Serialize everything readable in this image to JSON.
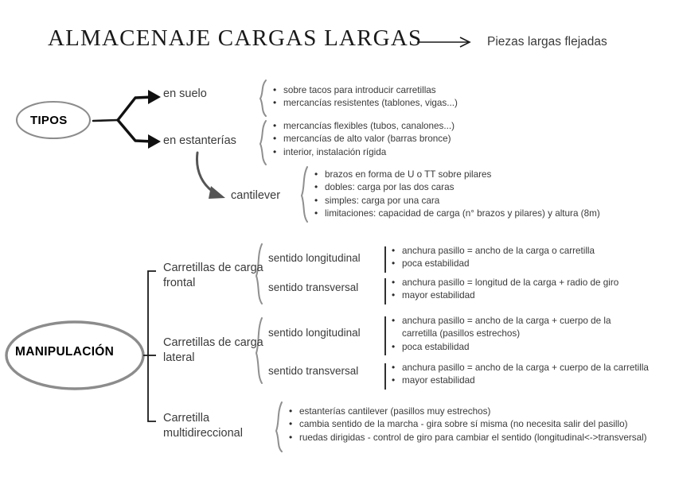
{
  "title": {
    "heading": "ALMACENAJE CARGAS LARGAS",
    "arrow_icon": "right-arrow-icon",
    "target": "Piezas largas flejadas"
  },
  "colors": {
    "text": "#3a3a3a",
    "heading": "#1a1a1a",
    "bubble_stroke": "#8c8c8c",
    "connector_dark": "#1a1a1a",
    "connector_gray": "#6f6f6f"
  },
  "tipos": {
    "label": "TIPOS",
    "branches": [
      {
        "label": "en suelo",
        "bullets": [
          "sobre tacos para introducir carretillas",
          "mercancías resistentes (tablones, vigas...)"
        ]
      },
      {
        "label": "en estanterías",
        "bullets": [
          "mercancías flexibles (tubos, canalones...)",
          "mercancías de alto valor (barras bronce)",
          "interior, instalación rígida"
        ]
      }
    ],
    "cantilever": {
      "label": "cantilever",
      "bullets": [
        "brazos en forma de U o TT sobre pilares",
        "dobles: carga por las dos caras",
        "simples: carga por una cara",
        "limitaciones: capacidad de carga (n° brazos y pilares) y altura (8m)"
      ]
    }
  },
  "manipulacion": {
    "label": "MANIPULACIÓN",
    "groups": [
      {
        "label": "Carretillas de carga frontal",
        "subgroups": [
          {
            "label": "sentido longitudinal",
            "bullets": [
              "anchura pasillo = ancho de la carga o carretilla",
              "poca estabilidad"
            ]
          },
          {
            "label": "sentido transversal",
            "bullets": [
              "anchura pasillo = longitud de la carga + radio de giro",
              "mayor estabilidad"
            ]
          }
        ]
      },
      {
        "label": "Carretillas de carga lateral",
        "subgroups": [
          {
            "label": "sentido longitudinal",
            "bullets": [
              "anchura pasillo = ancho de la carga + cuerpo de la carretilla (pasillos estrechos)",
              "poca estabilidad"
            ]
          },
          {
            "label": "sentido transversal",
            "bullets": [
              "anchura pasillo = ancho de la carga + cuerpo de la carretilla",
              "mayor estabilidad"
            ]
          }
        ]
      },
      {
        "label": "Carretilla multidireccional",
        "subgroups": [],
        "bullets": [
          "estanterías cantilever (pasillos muy estrechos)",
          "cambia sentido de la marcha - gira sobre sí misma (no necesita salir del pasillo)",
          "ruedas dirigidas - control de giro para cambiar el sentido (longitudinal<->transversal)"
        ]
      }
    ]
  }
}
